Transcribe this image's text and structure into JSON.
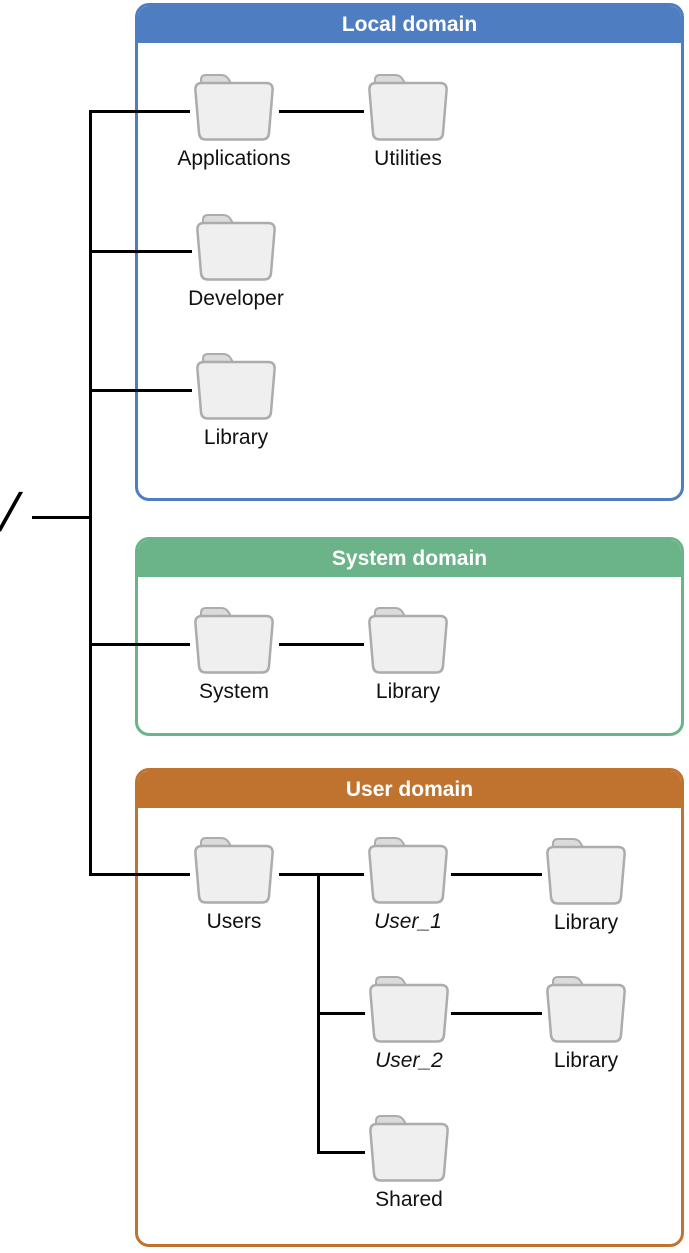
{
  "root": {
    "label": "/"
  },
  "palette": {
    "local_accent": "#4E7EC1",
    "system_accent": "#6BB489",
    "user_accent": "#C0722F",
    "folder_fill": "#EFEFEF",
    "folder_tab": "#DBDBDB",
    "folder_stroke": "#ACACAC",
    "connector_line": "#000000",
    "header_text": "#FFFFFF",
    "label_text": "#111111"
  },
  "domains": [
    {
      "id": "local",
      "title": "Local domain",
      "color": "#4E7EC1"
    },
    {
      "id": "system",
      "title": "System domain",
      "color": "#6BB489"
    },
    {
      "id": "user",
      "title": "User domain",
      "color": "#C0722F"
    }
  ],
  "folders": [
    {
      "label": "Applications",
      "domain": "local",
      "italic": false
    },
    {
      "label": "Utilities",
      "domain": "local",
      "italic": false
    },
    {
      "label": "Developer",
      "domain": "local",
      "italic": false
    },
    {
      "label": "Library",
      "domain": "local",
      "italic": false
    },
    {
      "label": "System",
      "domain": "system",
      "italic": false
    },
    {
      "label": "Library",
      "domain": "system",
      "italic": false
    },
    {
      "label": "Users",
      "domain": "user",
      "italic": false
    },
    {
      "label": "User_1",
      "domain": "user",
      "italic": true
    },
    {
      "label": "Library",
      "domain": "user",
      "italic": false
    },
    {
      "label": "User_2",
      "domain": "user",
      "italic": true
    },
    {
      "label": "Library",
      "domain": "user",
      "italic": false
    },
    {
      "label": "Shared",
      "domain": "user",
      "italic": false
    }
  ]
}
